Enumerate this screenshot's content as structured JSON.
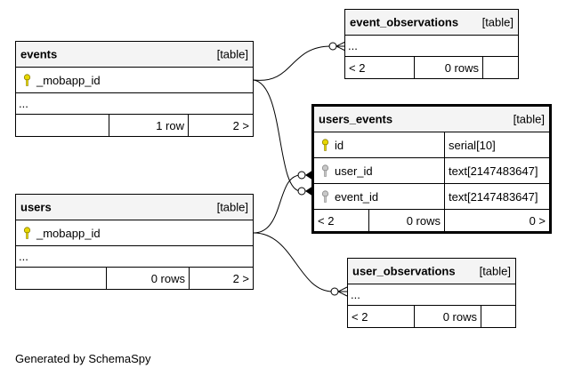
{
  "tables": {
    "events": {
      "name": "events",
      "kind": "[table]",
      "columns": [
        {
          "name": "_mobapp_id",
          "key": "primary"
        }
      ],
      "more": "...",
      "footer": [
        "",
        "1 row",
        "2 >"
      ]
    },
    "users": {
      "name": "users",
      "kind": "[table]",
      "columns": [
        {
          "name": "_mobapp_id",
          "key": "primary"
        }
      ],
      "more": "...",
      "footer": [
        "",
        "0 rows",
        "2 >"
      ]
    },
    "event_observations": {
      "name": "event_observations",
      "kind": "[table]",
      "more": "...",
      "footer": [
        "< 2",
        "0 rows",
        ""
      ]
    },
    "user_observations": {
      "name": "user_observations",
      "kind": "[table]",
      "more": "...",
      "footer": [
        "< 2",
        "0 rows",
        ""
      ]
    },
    "users_events": {
      "name": "users_events",
      "kind": "[table]",
      "columns": [
        {
          "name": "id",
          "type": "serial[10]",
          "key": "primary"
        },
        {
          "name": "user_id",
          "type": "text[2147483647]",
          "key": "foreign"
        },
        {
          "name": "event_id",
          "type": "text[2147483647]",
          "key": "foreign"
        }
      ],
      "footer": [
        "< 2",
        "0 rows",
        "0 >"
      ]
    }
  },
  "colors": {
    "primary_key": "#e8d800",
    "foreign_key": "#b8b8b8",
    "header_bg": "#f4f4f4"
  },
  "footer_text": "Generated by SchemaSpy"
}
